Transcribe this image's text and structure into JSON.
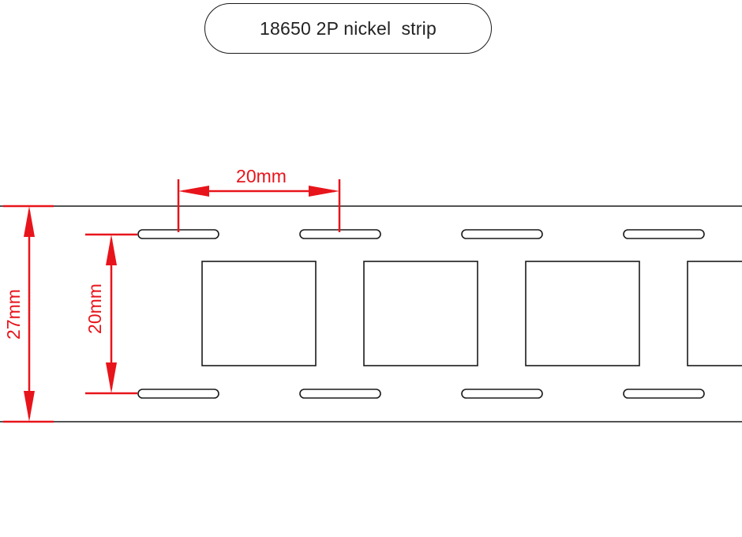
{
  "title": "18650 2P nickel  strip",
  "dimensions": {
    "pitch": "20mm",
    "inner_height": "20mm",
    "strip_width": "27mm"
  },
  "colors": {
    "line": "#1a1a1a",
    "dimension": "#e8141b",
    "background": "#ffffff"
  }
}
